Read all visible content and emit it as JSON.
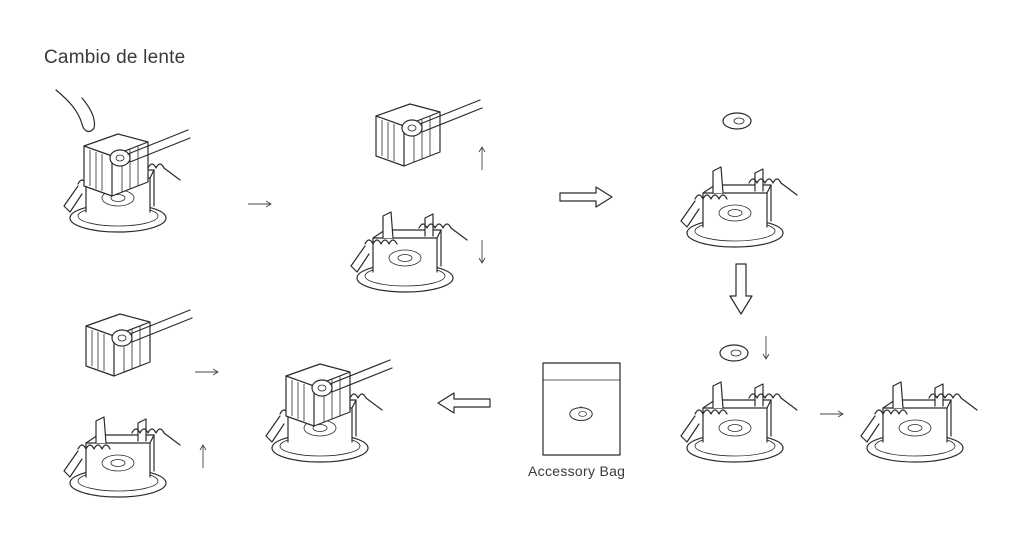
{
  "page": {
    "title": "Cambio de lente",
    "accessory_bag_label": "Accessory Bag"
  },
  "colors": {
    "line": "#2b2b2b",
    "background": "#ffffff",
    "text": "#3a3a3a"
  },
  "steps": [
    {
      "id": 1,
      "depicts": "finger pressing spring clip of assembled downlight"
    },
    {
      "id": 2,
      "depicts": "module lifted up, housing separated"
    },
    {
      "id": 3,
      "depicts": "lens removed from housing"
    },
    {
      "id": 4,
      "depicts": "new lens inserted"
    },
    {
      "id": 5,
      "depicts": "housing with new lens"
    },
    {
      "id": 6,
      "depicts": "accessory bag containing lens"
    },
    {
      "id": 7,
      "depicts": "reassembled downlight"
    },
    {
      "id": 8,
      "depicts": "module placed back on housing"
    }
  ]
}
